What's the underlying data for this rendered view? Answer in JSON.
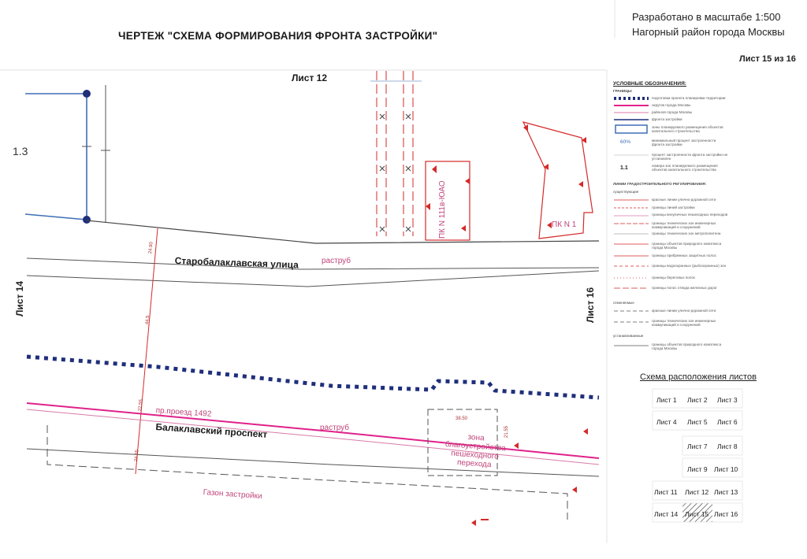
{
  "header": {
    "title": "ЧЕРТЕЖ \"СХЕМА ФОРМИРОВАНИЯ ФРОНТА ЗАСТРОЙКИ\"",
    "scale_line": "Разработано в масштабе 1:500",
    "district_line": "Нагорный район города Москвы",
    "sheet_no": "Лист 15 из 16"
  },
  "map": {
    "sheet_top": "Лист 12",
    "sheet_left": "Лист 14",
    "sheet_right": "Лист 16",
    "zone_no": "1.3",
    "street_1": "Старобалаклавская улица",
    "street_2": "Балаклавский проспект",
    "note_raструб_1": "раструб",
    "note_raструб_2": "раструб",
    "note_proezd": "пр.проезд 1492",
    "note_zone": "зона",
    "note_zone_2": "благоустройства",
    "note_zone_3": "пешеходного",
    "note_zone_4": "перехода",
    "note_bottom": "Газон застройки",
    "pk_label": "ПК N 1",
    "pk_label_2": "ПК N 111в-ЮАО",
    "dim_1": "24.90",
    "dim_2": "44.5",
    "dim_3": "22.55",
    "dim_4": "24.55",
    "dim_5": "38.50",
    "dim_6": "21.55"
  },
  "legend": {
    "title": "УСЛОВНЫЕ ОБОЗНАЧЕНИЯ:",
    "section_1": "ГРАНИЦЫ:",
    "rows_1": [
      "подготовки проекта планировки территории",
      "округов города Москвы",
      "районов города Москвы",
      "фронта застройки",
      "зоны планируемого размещения объектов капитального строительства",
      "минимальный процент застроенности фронта застройки",
      "процент застроенности фронта застройки не установлен",
      "номера зон планируемого размещения объектов капитального строительства"
    ],
    "percent_sample": "60%",
    "number_sample": "1.1",
    "section_2": "ЛИНИИ ГРАДОСТРОИТЕЛЬНОГО РЕГУЛИРОВАНИЯ:",
    "section_2b": "существующие",
    "rows_2": [
      "красные линии улично-дорожной сети",
      "границы линий застройки",
      "границы внеуличных пешеходных переходов",
      "границы технических зон инженерных коммуникаций и сооружений",
      "границы технических зон метрополитена",
      "границы объектов природного комплекса города Москвы",
      "границы прибрежных защитных полос",
      "границы водоохранных (рыбоохранных) зон",
      "границы береговых полос",
      "границы полос отвода железных дорог"
    ],
    "section_3": "отменяемые",
    "rows_3": [
      "красные линии улично-дорожной сети",
      "границы технических зон инженерных коммуникаций и сооружений"
    ],
    "section_4": "устанавливаемые",
    "rows_4": [
      "границы объектов природного комплекса города Москвы"
    ]
  },
  "layout_scheme": {
    "title": "Схема расположения листов",
    "cells": [
      "Лист 1",
      "Лист 2",
      "Лист 3",
      "Лист 4",
      "Лист 5",
      "Лист 6",
      "Лист 7",
      "Лист 8",
      "Лист 9",
      "Лист 10",
      "Лист 11",
      "Лист 12",
      "Лист 13",
      "Лист 14",
      "Лист 15",
      "Лист 16"
    ],
    "current": "Лист 15"
  },
  "colors": {
    "blue_dotted": "#1f2f7a",
    "magenta": "#e0218a",
    "red": "#d42a2a",
    "steel_blue": "#3f6fb5",
    "pink_thin": "#d87aa8"
  }
}
